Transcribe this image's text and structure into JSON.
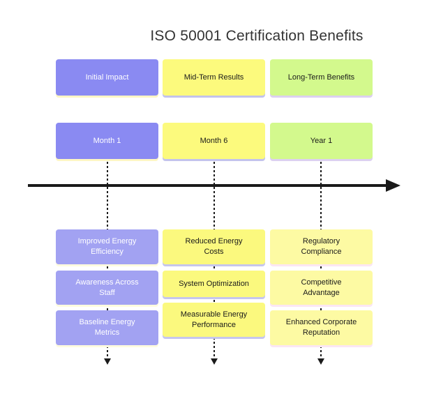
{
  "title": "ISO 50001 Certification Benefits",
  "columns": [
    {
      "header": "Initial Impact",
      "time": "Month 1",
      "items": [
        "Improved Energy Efficiency",
        "Awareness Across Staff",
        "Baseline Energy Metrics"
      ],
      "colors": {
        "header_bg": "#8a8af2",
        "header_text": "#ffffff",
        "header_shadow": "#fdf6c4",
        "item_bg": "#a2a2f2",
        "item_text": "#ffffff",
        "item_shadow": "#fffbdf"
      }
    },
    {
      "header": "Mid-Term Results",
      "time": "Month 6",
      "items": [
        "Reduced Energy Costs",
        "System Optimization",
        "Measurable Energy Performance"
      ],
      "colors": {
        "header_bg": "#fcfa7d",
        "header_text": "#1a1a1a",
        "header_shadow": "#c3c3ec",
        "item_bg": "#fbf97e",
        "item_text": "#1a1a1a",
        "item_shadow": "#c6c6ee"
      }
    },
    {
      "header": "Long-Term Benefits",
      "time": "Year 1",
      "items": [
        "Regulatory Compliance",
        "Competitive Advantage",
        "Enhanced Corporate Reputation"
      ],
      "colors": {
        "header_bg": "#d3f98d",
        "header_text": "#1a1a1a",
        "header_shadow": "#dcd0f0",
        "item_bg": "#fdfaa3",
        "item_text": "#1a1a1a",
        "item_shadow": "#fbe6f3"
      }
    }
  ],
  "timeline": {
    "axis_color": "#1a1a1a",
    "connector_color": "#1a1a1a"
  }
}
